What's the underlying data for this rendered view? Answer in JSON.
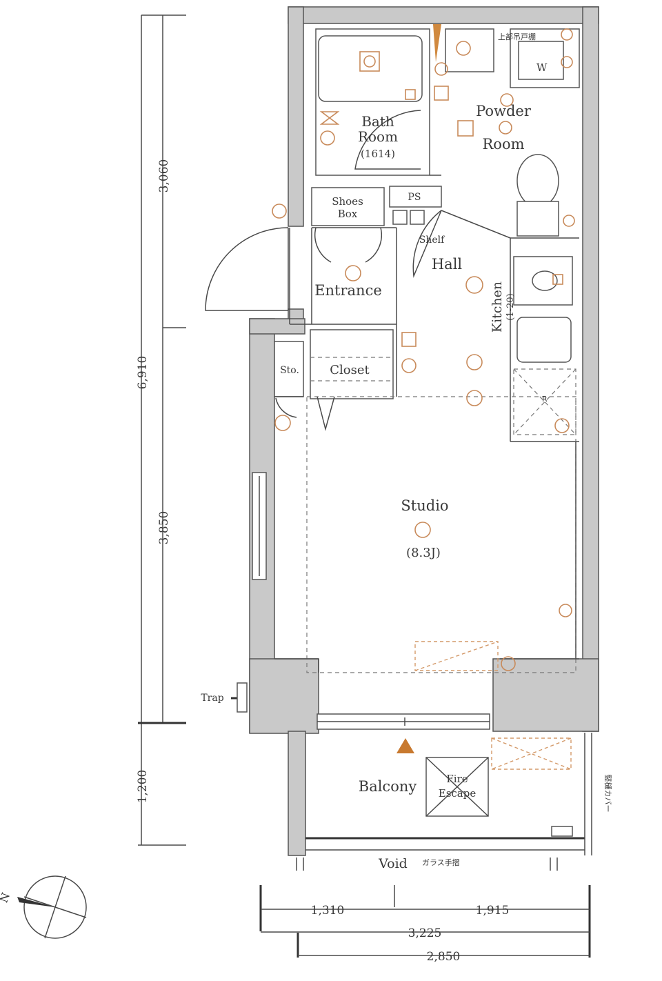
{
  "rooms": {
    "bath_line1": "Bath",
    "bath_line2": "Room",
    "bath_size": "(1614)",
    "powder_line1": "Powder",
    "powder_line2": "Room",
    "shoes_line1": "Shoes",
    "shoes_line2": "Box",
    "ps": "PS",
    "shelf": "Shelf",
    "hall": "Hall",
    "kitchen": "Kitchen",
    "kitchen_size": "(1-20)",
    "entrance": "Entrance",
    "closet": "Closet",
    "storage": "Sto.",
    "studio": "Studio",
    "studio_size": "(8.3J)",
    "balcony": "Balcony",
    "fire_line1": "Fire",
    "fire_line2": "Escape",
    "void": "Void",
    "glass_rail": "ガラス手摺",
    "trap": "Trap",
    "top_note": "上部吊戸棚",
    "w": "W",
    "r": "R",
    "right_note": "竪樋カバー"
  },
  "dimensions": {
    "left_top": "3,060",
    "left_total": "6,910",
    "left_mid": "3,850",
    "left_bottom": "1,200",
    "bottom_left": "1,310",
    "bottom_right": "1,915",
    "bottom_total": "3,225",
    "bottom_inner": "2,850"
  },
  "compass": {
    "north": "N"
  },
  "colors": {
    "wall_fill": "#c9c9c9",
    "line": "#4a4a4a",
    "accent_orange": "#c88a5a"
  }
}
